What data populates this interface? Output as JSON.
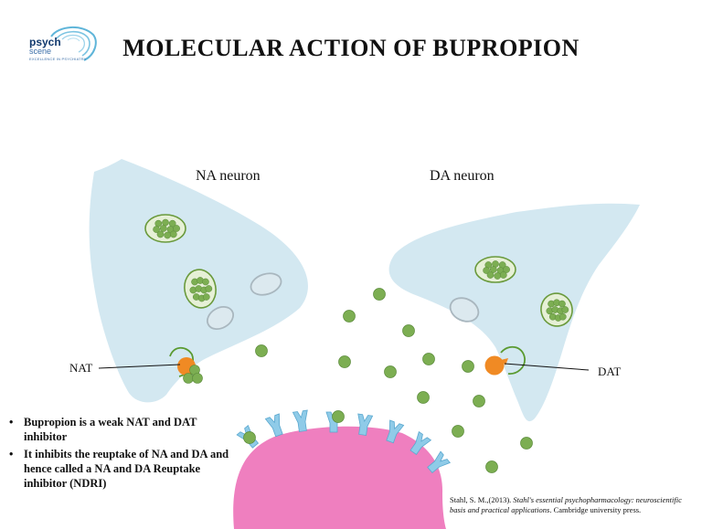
{
  "logo": {
    "main": "psych",
    "sub": "scene",
    "tagline": "EXCELLENCE IN PSYCHIATRY"
  },
  "title": "MOLECULAR ACTION OF BUPROPION",
  "labels": {
    "na_neuron": "NA neuron",
    "da_neuron": "DA neuron",
    "nat": "NAT",
    "dat": "DAT"
  },
  "bullets": [
    "Bupropion is a weak NAT and DAT inhibitor",
    "It inhibits the reuptake of NA and DA and hence called a NA and DA Reuptake inhibitor (NDRI)"
  ],
  "citation": {
    "prefix": "Stahl, S. M.,(2013). ",
    "title": "Stahl's essential psychopharmacology: neuroscientific basis and practical applications",
    "suffix": ". Cambridge university press."
  },
  "colors": {
    "neuron_fill": "#d3e8f1",
    "vesicle_green": "#7cae52",
    "vesicle_outline": "#6a9a3c",
    "transporter_orange": "#f08a24",
    "postsynaptic_pink": "#ef7fbf",
    "receptor_blue": "#8fcbe8"
  }
}
